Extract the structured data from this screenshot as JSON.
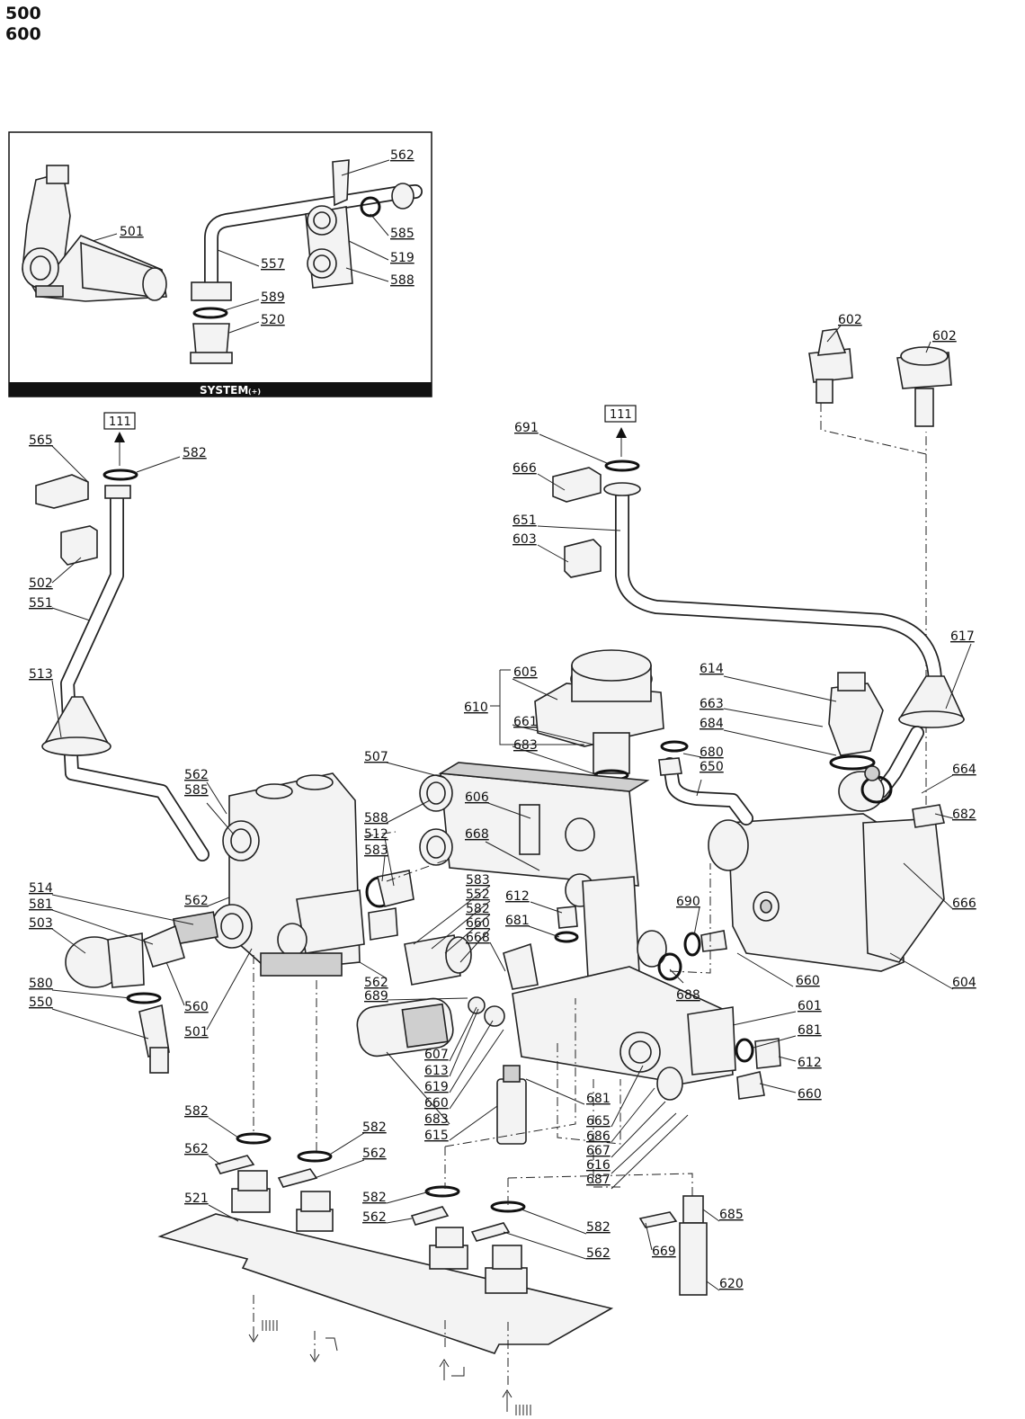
{
  "header": {
    "line1": "500",
    "line2": "600"
  },
  "inset": {
    "banner": "SYSTEM",
    "banner_suffix": "(+)"
  },
  "refs": {
    "box_left": "111",
    "box_right": "111"
  },
  "callouts": [
    {
      "id": "c501a",
      "text": "501"
    },
    {
      "id": "c562a",
      "text": "562"
    },
    {
      "id": "c585a",
      "text": "585"
    },
    {
      "id": "c557",
      "text": "557"
    },
    {
      "id": "c519",
      "text": "519"
    },
    {
      "id": "c588a",
      "text": "588"
    },
    {
      "id": "c589",
      "text": "589"
    },
    {
      "id": "c520",
      "text": "520"
    },
    {
      "id": "c602a",
      "text": "602"
    },
    {
      "id": "c602b",
      "text": "602"
    },
    {
      "id": "c565",
      "text": "565"
    },
    {
      "id": "c582a",
      "text": "582"
    },
    {
      "id": "c502",
      "text": "502"
    },
    {
      "id": "c551",
      "text": "551"
    },
    {
      "id": "c513",
      "text": "513"
    },
    {
      "id": "c691",
      "text": "691"
    },
    {
      "id": "c666a",
      "text": "666"
    },
    {
      "id": "c651",
      "text": "651"
    },
    {
      "id": "c603",
      "text": "603"
    },
    {
      "id": "c617",
      "text": "617"
    },
    {
      "id": "c605",
      "text": "605"
    },
    {
      "id": "c610",
      "text": "610"
    },
    {
      "id": "c661",
      "text": "661"
    },
    {
      "id": "c683a",
      "text": "683"
    },
    {
      "id": "c614",
      "text": "614"
    },
    {
      "id": "c663",
      "text": "663"
    },
    {
      "id": "c684",
      "text": "684"
    },
    {
      "id": "c680",
      "text": "680"
    },
    {
      "id": "c650",
      "text": "650"
    },
    {
      "id": "c664",
      "text": "664"
    },
    {
      "id": "c682",
      "text": "682"
    },
    {
      "id": "c507",
      "text": "507"
    },
    {
      "id": "c606",
      "text": "606"
    },
    {
      "id": "c668a",
      "text": "668"
    },
    {
      "id": "c562b",
      "text": "562"
    },
    {
      "id": "c585b",
      "text": "585"
    },
    {
      "id": "c588b",
      "text": "588"
    },
    {
      "id": "c512",
      "text": "512"
    },
    {
      "id": "c583a",
      "text": "583"
    },
    {
      "id": "c562c",
      "text": "562"
    },
    {
      "id": "c514",
      "text": "514"
    },
    {
      "id": "c581",
      "text": "581"
    },
    {
      "id": "c503",
      "text": "503"
    },
    {
      "id": "c580",
      "text": "580"
    },
    {
      "id": "c550",
      "text": "550"
    },
    {
      "id": "c560",
      "text": "560"
    },
    {
      "id": "c501b",
      "text": "501"
    },
    {
      "id": "c562d",
      "text": "562"
    },
    {
      "id": "c689",
      "text": "689"
    },
    {
      "id": "c583b",
      "text": "583"
    },
    {
      "id": "c552",
      "text": "552"
    },
    {
      "id": "c582b",
      "text": "582"
    },
    {
      "id": "c660a",
      "text": "660"
    },
    {
      "id": "c668b",
      "text": "668"
    },
    {
      "id": "c612a",
      "text": "612"
    },
    {
      "id": "c681a",
      "text": "681"
    },
    {
      "id": "c690",
      "text": "690"
    },
    {
      "id": "c666b",
      "text": "666"
    },
    {
      "id": "c660b",
      "text": "660"
    },
    {
      "id": "c604",
      "text": "604"
    },
    {
      "id": "c688",
      "text": "688"
    },
    {
      "id": "c601",
      "text": "601"
    },
    {
      "id": "c681b",
      "text": "681"
    },
    {
      "id": "c612b",
      "text": "612"
    },
    {
      "id": "c660c",
      "text": "660"
    },
    {
      "id": "c607",
      "text": "607"
    },
    {
      "id": "c613",
      "text": "613"
    },
    {
      "id": "c619",
      "text": "619"
    },
    {
      "id": "c660d",
      "text": "660"
    },
    {
      "id": "c683b",
      "text": "683"
    },
    {
      "id": "c615",
      "text": "615"
    },
    {
      "id": "c681c",
      "text": "681"
    },
    {
      "id": "c665",
      "text": "665"
    },
    {
      "id": "c686",
      "text": "686"
    },
    {
      "id": "c667",
      "text": "667"
    },
    {
      "id": "c616",
      "text": "616"
    },
    {
      "id": "c687",
      "text": "687"
    },
    {
      "id": "c582c",
      "text": "582"
    },
    {
      "id": "c562e",
      "text": "562"
    },
    {
      "id": "c582d",
      "text": "582"
    },
    {
      "id": "c562f",
      "text": "562"
    },
    {
      "id": "c521",
      "text": "521"
    },
    {
      "id": "c582e",
      "text": "582"
    },
    {
      "id": "c562g",
      "text": "562"
    },
    {
      "id": "c582f",
      "text": "582"
    },
    {
      "id": "c562h",
      "text": "562"
    },
    {
      "id": "c685",
      "text": "685"
    },
    {
      "id": "c669",
      "text": "669"
    },
    {
      "id": "c620",
      "text": "620"
    }
  ]
}
